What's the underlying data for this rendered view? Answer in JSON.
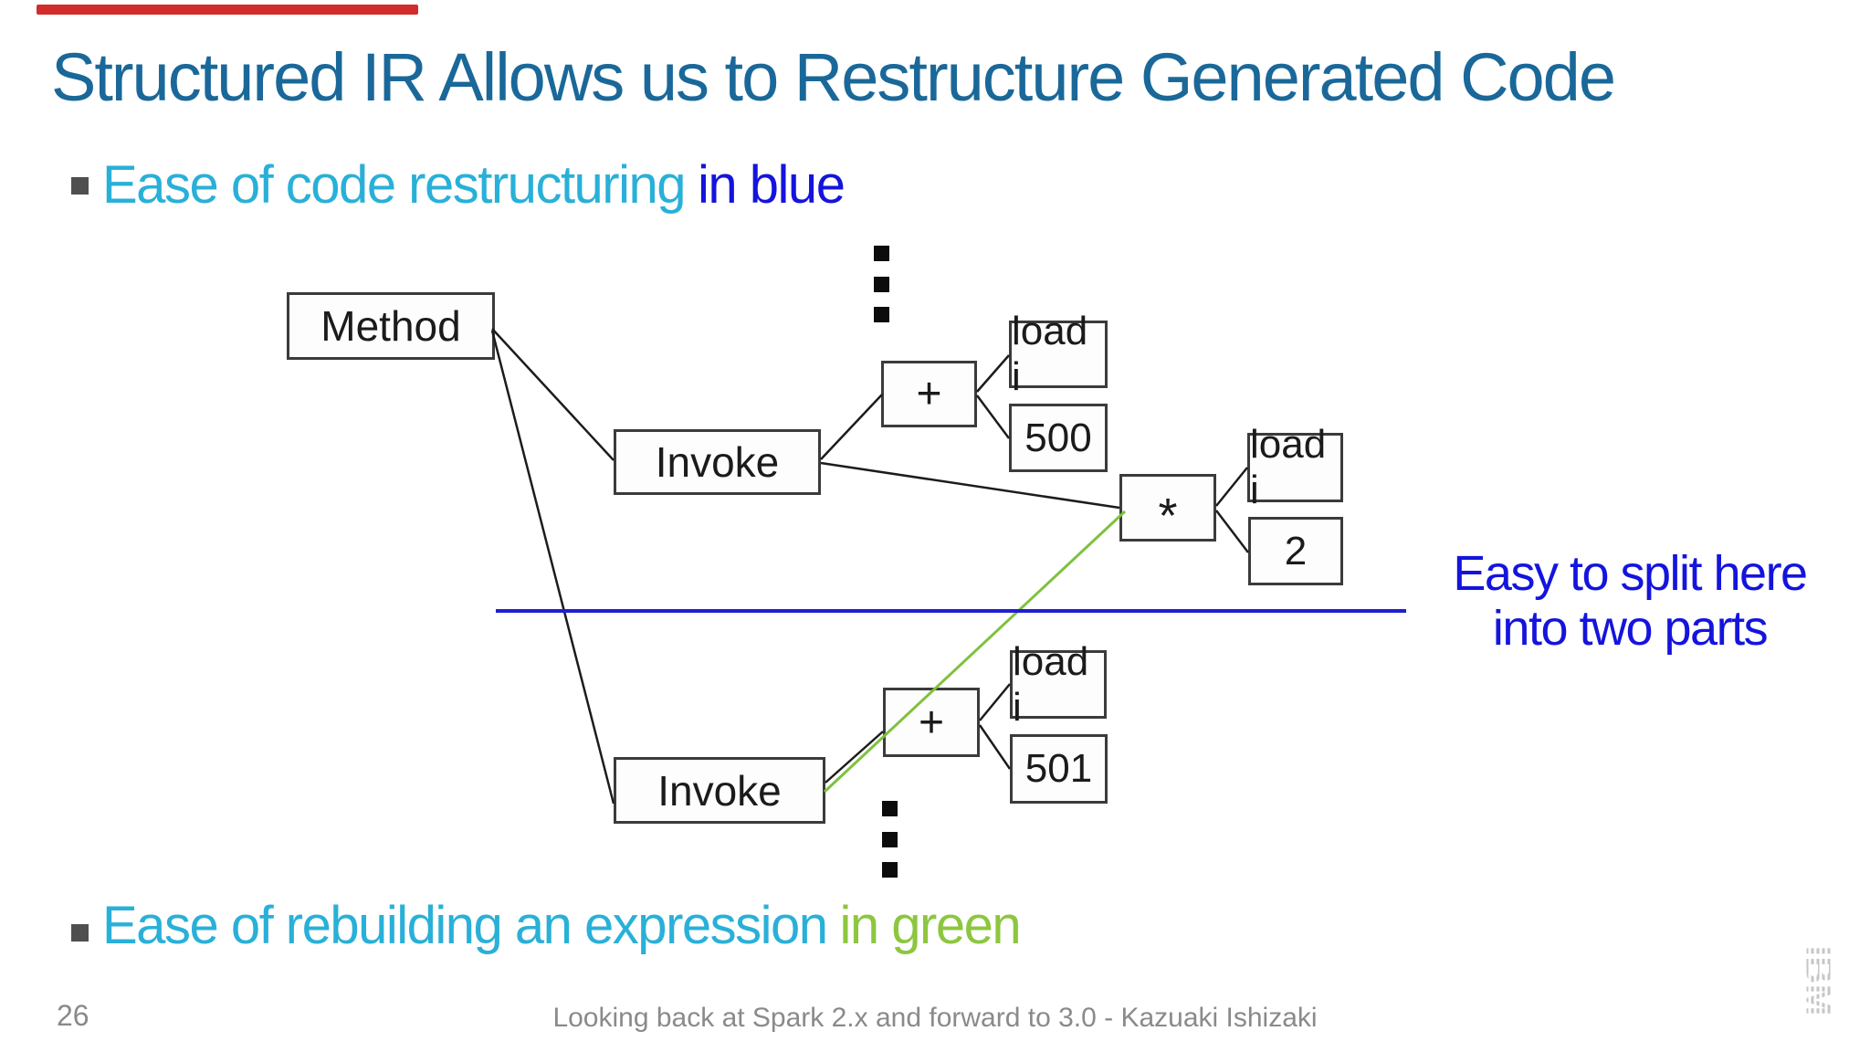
{
  "slide": {
    "title": "Structured IR Allows us to Restructure Generated Code",
    "bullet_top": {
      "text": "Ease of code restructuring",
      "highlight": "in blue"
    },
    "bullet_bottom": {
      "text": "Ease of rebuilding an expression",
      "highlight": "in green"
    },
    "annotation": {
      "line1": "Easy to split here",
      "line2": "into two parts"
    },
    "diagram": {
      "nodes": {
        "method": "Method",
        "invoke_top": "Invoke",
        "plus_top": "+",
        "load_i_top": "load i",
        "const_500": "500",
        "star": "*",
        "load_i_right": "load i",
        "const_2": "2",
        "plus_bottom": "+",
        "load_i_bottom": "load i",
        "const_501": "501",
        "invoke_bottom": "Invoke"
      }
    },
    "footer": {
      "page_number": "26",
      "caption": "Looking back at Spark 2.x and forward to 3.0 - Kazuaki Ishizaki"
    },
    "logo": "IBM",
    "colors": {
      "title": "#1a6899",
      "cyan": "#29b0d8",
      "blue_text": "#1414dd",
      "green_text": "#8dc63f",
      "blue_line": "#1f1fd1",
      "green_line": "#7fc13e",
      "progress_bar": "#d32c2c",
      "footer_gray": "#8a8a8a"
    }
  }
}
